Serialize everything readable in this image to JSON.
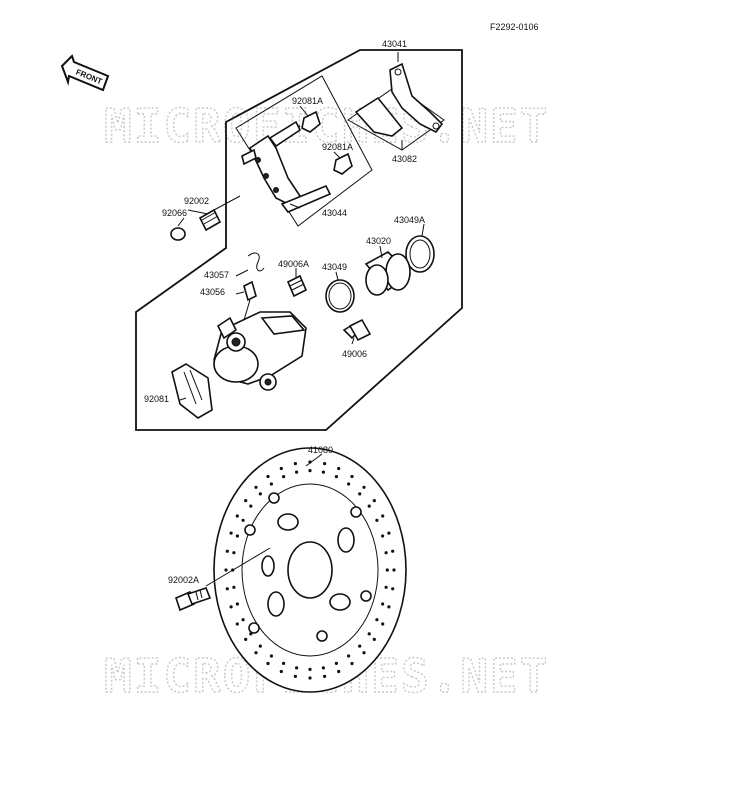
{
  "ref_code": "F2292-0106",
  "front_label": "FRONT",
  "watermark_top": "MICROFICHES.NET",
  "watermark_bottom": "MICROFICHES.NET",
  "parts": {
    "p43041": "43041",
    "p92081A_1": "92081A",
    "p92081A_2": "92081A",
    "p43082": "43082",
    "p92002": "92002",
    "p92066": "92066",
    "p43044": "43044",
    "p43049A": "43049A",
    "p43020": "43020",
    "p49006A": "49006A",
    "p43049": "43049",
    "p43057": "43057",
    "p43056": "43056",
    "p49006": "49006",
    "p92081": "92081",
    "p41080": "41080",
    "p92002A": "92002A"
  }
}
